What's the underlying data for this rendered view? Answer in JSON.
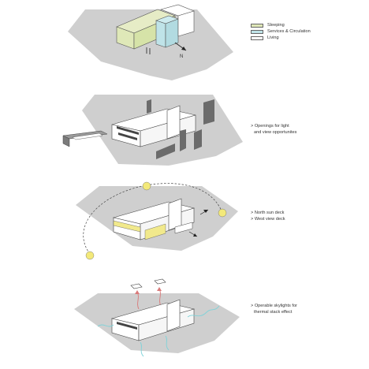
{
  "legend": {
    "items": [
      {
        "label": "Sleeping",
        "color": "#dfe8b8"
      },
      {
        "label": "Services & Circulation",
        "color": "#bfe3e8"
      },
      {
        "label": "Living",
        "color": "#ffffff"
      }
    ]
  },
  "compass": {
    "label": "N"
  },
  "annotations": {
    "openings": {
      "lines": [
        "> Openings for light",
        "and view opportunites"
      ]
    },
    "decks": {
      "lines": [
        "> North sun deck",
        "> West view deck"
      ]
    },
    "skylights": {
      "lines": [
        "> Operable skylights for",
        "thermal stack effect"
      ]
    }
  },
  "colors": {
    "terrain": "#cfcfcf",
    "sun": "#f3e97a",
    "deck": "#f1e98c",
    "airflow": "#7fd3d9",
    "arrow": "#d97a7a",
    "wall": "#6b6b6b"
  }
}
